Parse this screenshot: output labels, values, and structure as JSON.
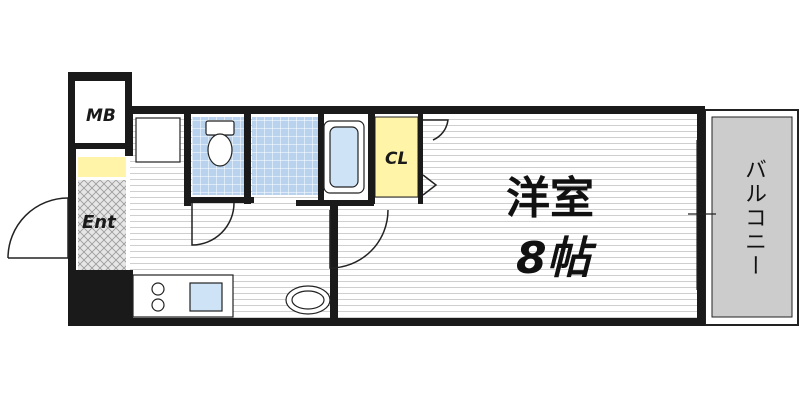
{
  "labels": {
    "meter_box": "MB",
    "entrance": "Ent",
    "closet": "CL",
    "room_name": "洋室",
    "room_size": "8帖",
    "balcony": "バルコニー"
  },
  "colors": {
    "wall": "#1a1a1a",
    "floor_line": "#cfcfcf",
    "tile_blue": "#b9d3ef",
    "closet_yellow": "#fff4a8",
    "balcony_gray": "#cccccc",
    "fixture_blue": "#cfe3f7"
  }
}
